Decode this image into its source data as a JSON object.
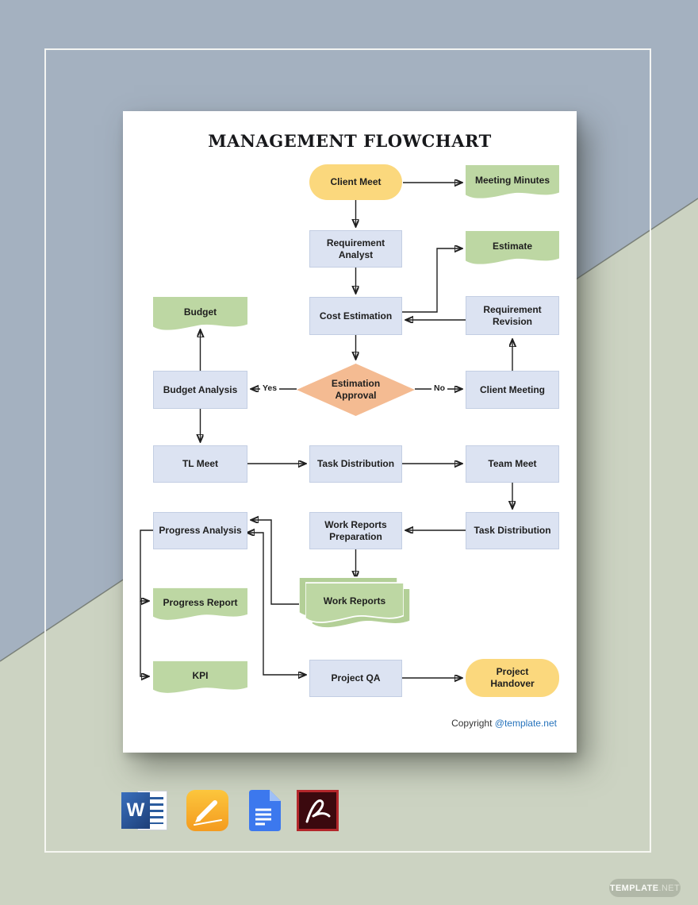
{
  "colors": {
    "bg-top": "#a4b1c0",
    "bg-bottom": "#ccd3c2",
    "process": "#dce3f2",
    "document": "#bdd7a3",
    "terminator": "#fbd87d",
    "decision": "#f4bb92",
    "line": "#1f1f1f",
    "link": "#2673bc"
  },
  "page": {
    "title": "MANAGEMENT FLOWCHART",
    "copyright": {
      "prefix": "Copyright",
      "handle": "@template.net"
    }
  },
  "nodes": {
    "client_meet": {
      "label": "Client Meet",
      "type": "terminator"
    },
    "meeting_minutes": {
      "label": "Meeting Minutes",
      "type": "document"
    },
    "requirement_analyst": {
      "label": "Requirement Analyst",
      "type": "process"
    },
    "estimate": {
      "label": "Estimate",
      "type": "document"
    },
    "budget": {
      "label": "Budget",
      "type": "document"
    },
    "cost_estimation": {
      "label": "Cost Estimation",
      "type": "process"
    },
    "requirement_revision": {
      "label": "Requirement Revision",
      "type": "process"
    },
    "budget_analysis": {
      "label": "Budget Analysis",
      "type": "process"
    },
    "estimation_approval": {
      "label": "Estimation Approval",
      "type": "decision"
    },
    "client_meeting": {
      "label": "Client Meeting",
      "type": "process"
    },
    "tl_meet": {
      "label": "TL Meet",
      "type": "process"
    },
    "task_distribution_1": {
      "label": "Task Distribution",
      "type": "process"
    },
    "team_meet": {
      "label": "Team Meet",
      "type": "process"
    },
    "progress_analysis": {
      "label": "Progress Analysis",
      "type": "process"
    },
    "work_reports_preparation": {
      "label": "Work Reports Preparation",
      "type": "process"
    },
    "task_distribution_2": {
      "label": "Task Distribution",
      "type": "process"
    },
    "progress_report": {
      "label": "Progress Report",
      "type": "document"
    },
    "work_reports": {
      "label": "Work Reports",
      "type": "document"
    },
    "kpi": {
      "label": "KPI",
      "type": "document"
    },
    "project_qa": {
      "label": "Project QA",
      "type": "process"
    },
    "project_handover": {
      "label": "Project Handover",
      "type": "terminator"
    }
  },
  "decision_labels": {
    "yes": "Yes",
    "no": "No"
  },
  "footer_icons": [
    {
      "name": "microsoft-word",
      "glyph": "W"
    },
    {
      "name": "apple-pages"
    },
    {
      "name": "google-docs"
    },
    {
      "name": "adobe-acrobat-pdf"
    }
  ],
  "watermark": {
    "bold": "TEMPLATE",
    "light": ".NET"
  }
}
